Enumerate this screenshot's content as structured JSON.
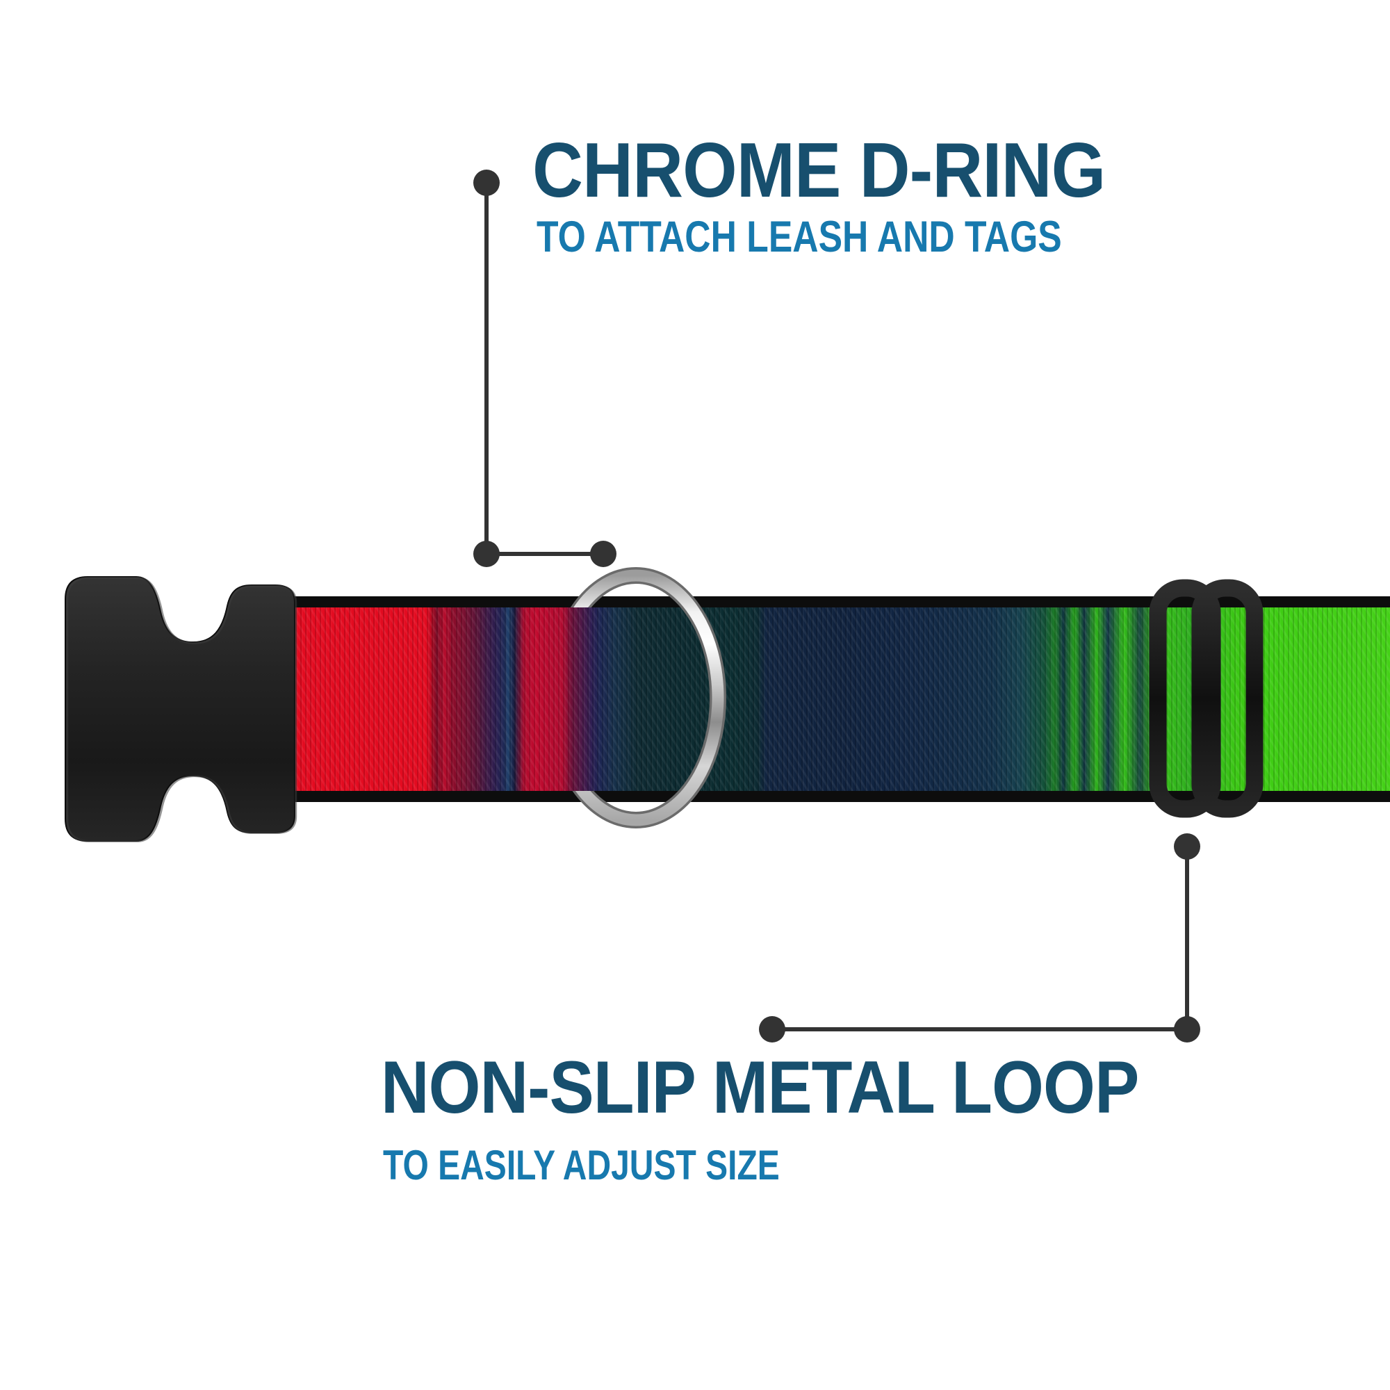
{
  "background": "#ffffff",
  "colors": {
    "title_blue": "#174F6E",
    "subtitle_blue": "#1779AE",
    "connector_gray": "#333333",
    "webbing_red": "#E30B20",
    "webbing_navy": "#112440",
    "webbing_teal": "#0C2A30",
    "webbing_green": "#3FCD14",
    "webbing_edge_black": "#0D0D0D",
    "buckle_black": "#1F1F1F",
    "slider_black": "#141414",
    "ring_chrome": "#CFCFCF"
  },
  "callouts": {
    "dring": {
      "title": "CHROME D-RING",
      "subtitle": "TO ATTACH LEASH AND TAGS"
    },
    "loop": {
      "title": "NON-SLIP METAL LOOP",
      "subtitle": "TO EASILY ADJUST SIZE"
    }
  },
  "icons": {
    "buckle": "side-release-buckle",
    "dring": "chrome-d-ring",
    "slider": "tri-glide-slider",
    "webbing": "striped-collar-webbing"
  }
}
